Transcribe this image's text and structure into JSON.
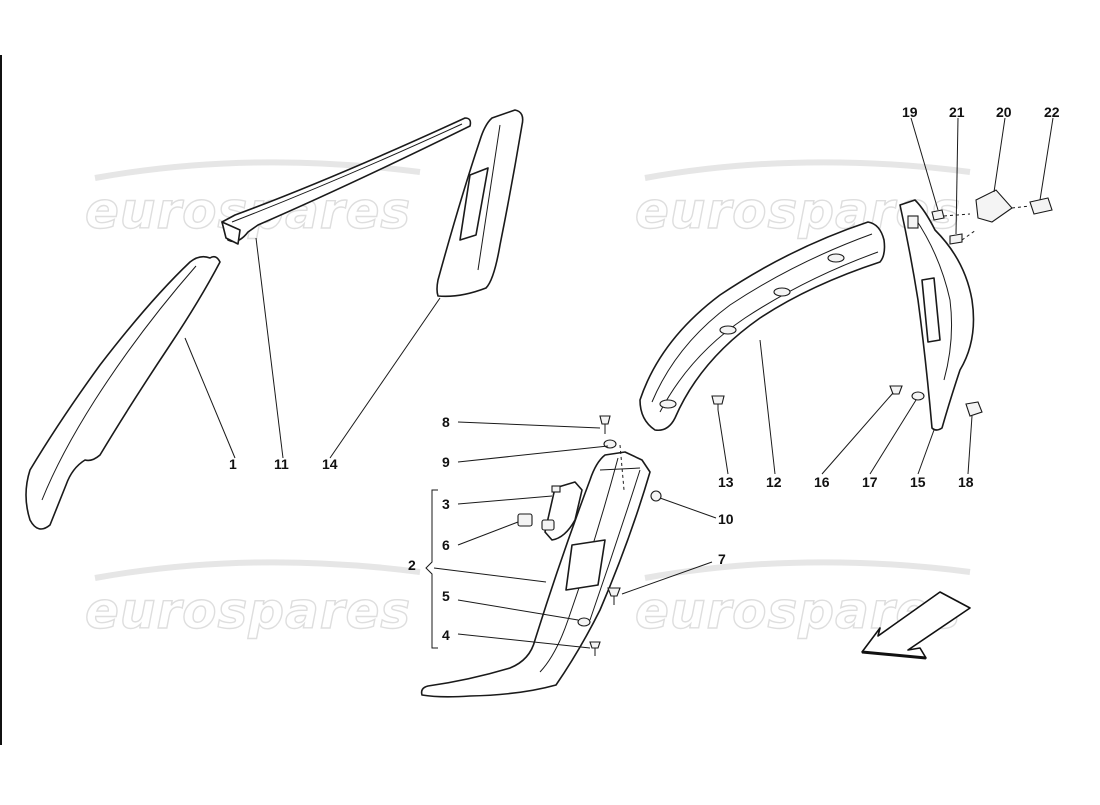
{
  "watermark": {
    "text": "eurospares"
  },
  "callouts": [
    {
      "id": "1",
      "label": "1"
    },
    {
      "id": "11",
      "label": "11"
    },
    {
      "id": "14",
      "label": "14"
    },
    {
      "id": "8",
      "label": "8"
    },
    {
      "id": "9",
      "label": "9"
    },
    {
      "id": "3",
      "label": "3"
    },
    {
      "id": "6",
      "label": "6"
    },
    {
      "id": "2",
      "label": "2"
    },
    {
      "id": "5",
      "label": "5"
    },
    {
      "id": "4",
      "label": "4"
    },
    {
      "id": "10",
      "label": "10"
    },
    {
      "id": "7",
      "label": "7"
    },
    {
      "id": "13",
      "label": "13"
    },
    {
      "id": "12",
      "label": "12"
    },
    {
      "id": "16",
      "label": "16"
    },
    {
      "id": "17",
      "label": "17"
    },
    {
      "id": "15",
      "label": "15"
    },
    {
      "id": "18",
      "label": "18"
    },
    {
      "id": "19",
      "label": "19"
    },
    {
      "id": "21",
      "label": "21"
    },
    {
      "id": "20",
      "label": "20"
    },
    {
      "id": "22",
      "label": "22"
    }
  ],
  "icons": {
    "direction_arrow": "direction-arrow-icon"
  },
  "colors": {
    "line": "#1a1a1a",
    "watermark": "#dedede",
    "background": "#ffffff"
  }
}
